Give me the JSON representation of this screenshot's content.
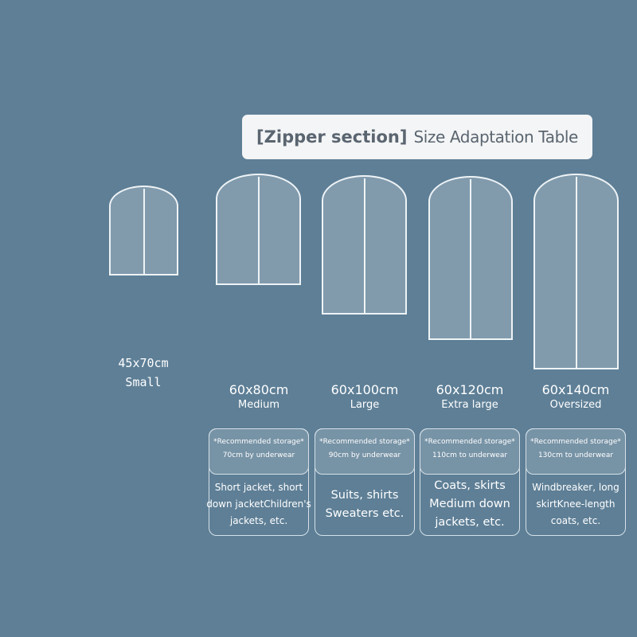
{
  "title": {
    "bold": "[Zipper section]",
    "rest": "Size Adaptation Table"
  },
  "small": {
    "size": "45x70cm",
    "name": "Small"
  },
  "sizes": [
    {
      "size": "60x80cm",
      "name": "Medium",
      "recommend": "*Recommended storage*",
      "length": "70cm by underwear",
      "items": [
        "Short jacket, short",
        "down jacketChildren's",
        "jackets, etc."
      ]
    },
    {
      "size": "60x100cm",
      "name": "Large",
      "recommend": "*Recommended storage*",
      "length": "90cm by underwear",
      "items": [
        "Suits, shirts",
        "Sweaters etc."
      ]
    },
    {
      "size": "60x120cm",
      "name": "Extra large",
      "recommend": "*Recommended storage*",
      "length": "110cm to underwear",
      "items": [
        "Coats, skirts",
        "Medium down",
        "jackets, etc."
      ]
    },
    {
      "size": "60x140cm",
      "name": "Oversized",
      "recommend": "*Recommended storage*",
      "length": "130cm to underwear",
      "items": [
        "Windbreaker, long",
        "skirtKnee-length",
        "coats, etc."
      ]
    }
  ],
  "colors": {
    "background": "#5e7f96",
    "banner": "#f4f5f6",
    "outline": "#eef3f6"
  }
}
